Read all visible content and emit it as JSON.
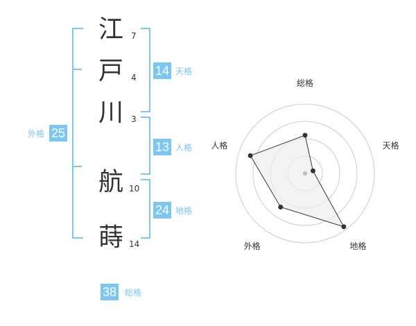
{
  "accent_color": "#7cc6f3",
  "characters": [
    {
      "char": "江",
      "strokes": "7"
    },
    {
      "char": "戸",
      "strokes": "4"
    },
    {
      "char": "川",
      "strokes": "3"
    },
    {
      "char": "航",
      "strokes": "10"
    },
    {
      "char": "蒔",
      "strokes": "14"
    }
  ],
  "fortunes": {
    "tenkaku": {
      "value": "14",
      "label": "天格"
    },
    "jinkaku": {
      "value": "13",
      "label": "人格"
    },
    "chikaku": {
      "value": "24",
      "label": "地格"
    },
    "gaikaku": {
      "value": "25",
      "label": "外格"
    },
    "soukaku": {
      "value": "38",
      "label": "総格"
    }
  },
  "radar": {
    "axes": [
      "総格",
      "天格",
      "地格",
      "外格",
      "人格"
    ],
    "values": [
      0.55,
      0.12,
      0.95,
      0.6,
      0.83
    ],
    "max": 1,
    "rings": 4,
    "fill_color": "#eeeeee",
    "line_color": "#333333",
    "ring_color": "#cccccc"
  }
}
